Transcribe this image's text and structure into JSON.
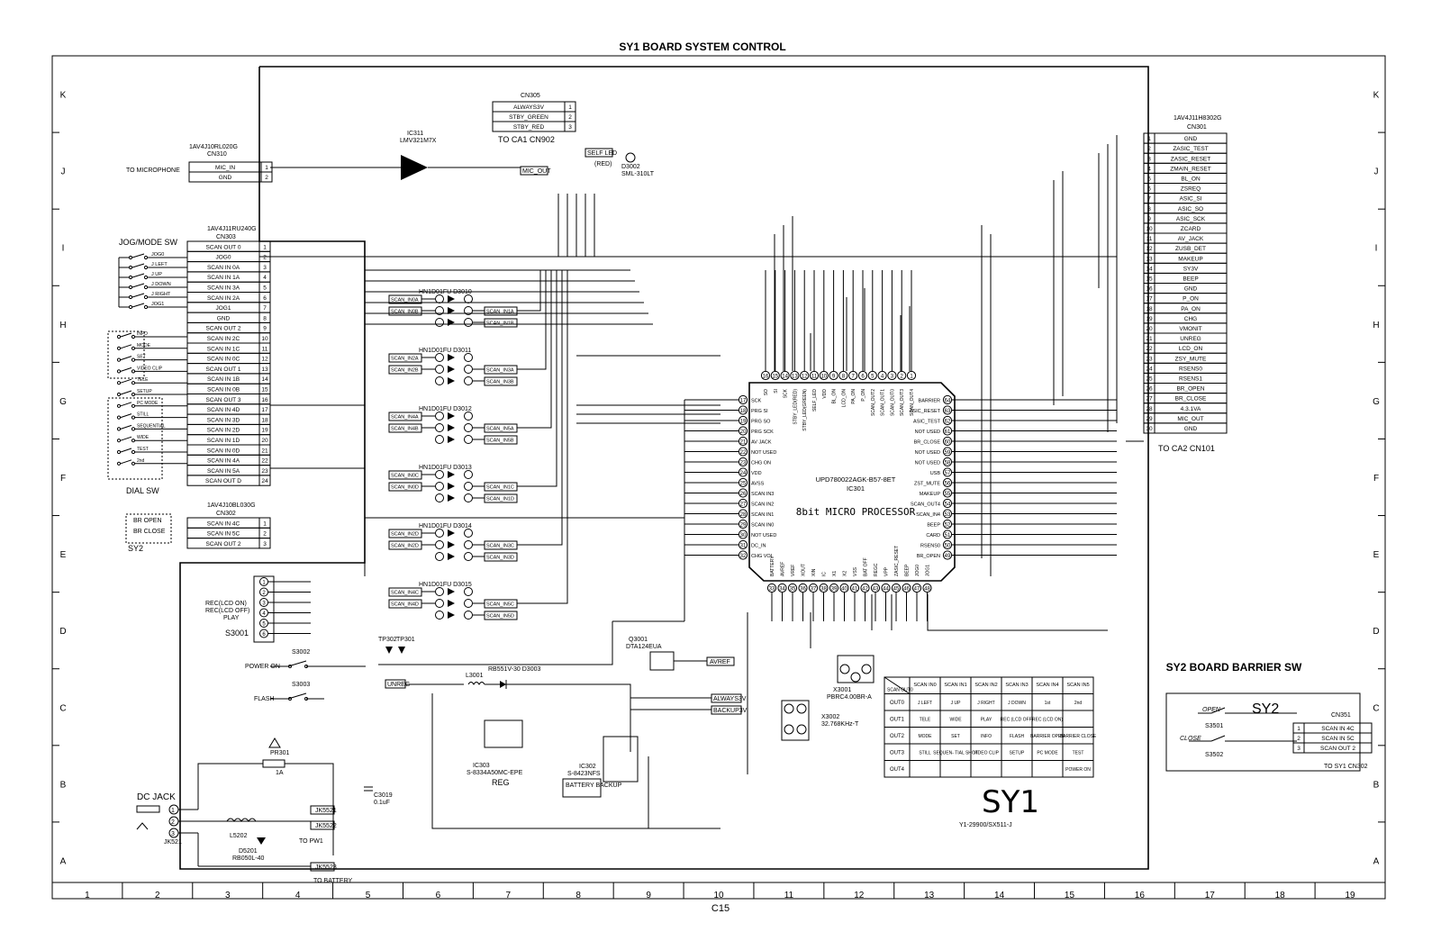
{
  "titles": {
    "sheet": "SY1 BOARD  SYSTEM CONTROL",
    "sy2": "SY2 BOARD  BARRIER SW",
    "page": "C15",
    "board_mark": "SY1",
    "board_sub": "Y1-29900/SX511-J"
  },
  "grid": {
    "cols": [
      "1",
      "2",
      "3",
      "4",
      "5",
      "6",
      "7",
      "8",
      "9",
      "10",
      "11",
      "12",
      "13",
      "14",
      "15",
      "16",
      "17",
      "18",
      "19"
    ],
    "rows": [
      "K",
      "J",
      "I",
      "H",
      "G",
      "F",
      "E",
      "D",
      "C",
      "B",
      "A"
    ]
  },
  "ic301": {
    "ref": "IC301",
    "part": "UPD780022AGK-B57-8ET",
    "desc": "8bit MICRO PROCESSOR",
    "top_pins": [
      "16",
      "15",
      "14",
      "13",
      "12",
      "11",
      "10",
      "9",
      "8",
      "7",
      "6",
      "5",
      "4",
      "3",
      "2",
      "1"
    ],
    "top_labels": [
      "SO",
      "SI",
      "SCK",
      "STBY_LED(RED)",
      "STBY_LED(GREEN)",
      "SELF_LED",
      "VDD",
      "BL_ON",
      "LCD_ON",
      "PA_ON",
      "P_ON",
      "SCAN_OUT2",
      "SCAN_OUT1",
      "SCAN_OUT0",
      "SCAN_OUT3",
      "SCAN_OUT4"
    ],
    "left_pins": [
      "17",
      "18",
      "19",
      "20",
      "21",
      "22",
      "23",
      "24",
      "25",
      "26",
      "27",
      "28",
      "29",
      "30",
      "31",
      "32"
    ],
    "left_labels": [
      "SCK",
      "PRG SI",
      "PRG SO",
      "PRG SCK",
      "AV JACK",
      "NOT USED",
      "CHG ON",
      "VDD",
      "AVSS",
      "SCAN IN3",
      "SCAN IN2",
      "SCAN IN1",
      "SCAN IN0",
      "NOT USED",
      "DC_IN",
      "CHG VOL"
    ],
    "bottom_pins": [
      "33",
      "34",
      "35",
      "36",
      "37",
      "38",
      "39",
      "40",
      "41",
      "42",
      "43",
      "44",
      "45",
      "46",
      "47",
      "48"
    ],
    "bottom_labels": [
      "BATTERY",
      "AVREF",
      "VREF",
      "XOUT",
      "XIN",
      "IC",
      "X1",
      "X2",
      "VSS",
      "BAT OFF",
      "REGC",
      "VPP",
      "ZASIC_RESET",
      "BEEP",
      "JOG0",
      "JOG1"
    ],
    "right_pins": [
      "64",
      "63",
      "62",
      "61",
      "60",
      "59",
      "58",
      "57",
      "56",
      "55",
      "54",
      "53",
      "52",
      "51",
      "50",
      "49"
    ],
    "right_labels": [
      "BARRIER",
      "ASIC_RESET",
      "ASIC_TEST",
      "NOT USED",
      "BR_CLOSE",
      "NOT USED",
      "NOT USED",
      "USB",
      "ZST_MUTE",
      "MAKEUP",
      "SCAN_OUT4",
      "SCAN_IN4",
      "BEEP",
      "CARD",
      "RSENS0",
      "BR_OPEN"
    ]
  },
  "cn310": {
    "ref": "CN310",
    "part": "1AV4J10RL020G",
    "label": "TO MICROPHONE",
    "pins": [
      {
        "n": "1",
        "name": "MIC_IN"
      },
      {
        "n": "2",
        "name": "GND"
      }
    ]
  },
  "cn303": {
    "ref": "CN303",
    "part": "1AV4J11RU240G",
    "pins": [
      {
        "n": "1",
        "name": "SCAN OUT 0"
      },
      {
        "n": "2",
        "name": "JOG0"
      },
      {
        "n": "3",
        "name": "SCAN IN 0A"
      },
      {
        "n": "4",
        "name": "SCAN IN 1A"
      },
      {
        "n": "5",
        "name": "SCAN IN 3A"
      },
      {
        "n": "6",
        "name": "SCAN IN 2A"
      },
      {
        "n": "7",
        "name": "JOG1"
      },
      {
        "n": "8",
        "name": "GND"
      },
      {
        "n": "9",
        "name": "SCAN OUT 2"
      },
      {
        "n": "10",
        "name": "SCAN IN 2C"
      },
      {
        "n": "11",
        "name": "SCAN IN 1C"
      },
      {
        "n": "12",
        "name": "SCAN IN 0C"
      },
      {
        "n": "13",
        "name": "SCAN OUT 1"
      },
      {
        "n": "14",
        "name": "SCAN IN 1B"
      },
      {
        "n": "15",
        "name": "SCAN IN 0B"
      },
      {
        "n": "16",
        "name": "SCAN OUT 3"
      },
      {
        "n": "17",
        "name": "SCAN IN 4D"
      },
      {
        "n": "18",
        "name": "SCAN IN 3D"
      },
      {
        "n": "19",
        "name": "SCAN IN 2D"
      },
      {
        "n": "20",
        "name": "SCAN IN 1D"
      },
      {
        "n": "21",
        "name": "SCAN IN 0D"
      },
      {
        "n": "22",
        "name": "SCAN IN 4A"
      },
      {
        "n": "23",
        "name": "SCAN IN 5A"
      },
      {
        "n": "24",
        "name": "SCAN OUT D"
      }
    ]
  },
  "cn302": {
    "ref": "CN302",
    "part": "1AV4J10BL030G",
    "pins": [
      {
        "n": "1",
        "name": "SCAN IN 4C"
      },
      {
        "n": "2",
        "name": "SCAN IN 5C"
      },
      {
        "n": "3",
        "name": "SCAN OUT 2"
      }
    ]
  },
  "cn305": {
    "ref": "CN305",
    "label": "TO CA1 CN902",
    "pins": [
      {
        "n": "1",
        "name": "ALWAYS3V"
      },
      {
        "n": "2",
        "name": "STBY_GREEN"
      },
      {
        "n": "3",
        "name": "STBY_RED"
      }
    ]
  },
  "cn301": {
    "ref": "CN301",
    "part": "1AV4J11H8302G",
    "label": "TO CA2 CN101",
    "pins": [
      {
        "n": "1",
        "name": "GND"
      },
      {
        "n": "2",
        "name": "ZASIC_TEST"
      },
      {
        "n": "3",
        "name": "ZASIC_RESET"
      },
      {
        "n": "4",
        "name": "ZMAIN_RESET"
      },
      {
        "n": "5",
        "name": "BL_ON"
      },
      {
        "n": "6",
        "name": "ZSREQ"
      },
      {
        "n": "7",
        "name": "ASIC_SI"
      },
      {
        "n": "8",
        "name": "ASIC_SO"
      },
      {
        "n": "9",
        "name": "ASIC_SCK"
      },
      {
        "n": "10",
        "name": "ZCARD"
      },
      {
        "n": "11",
        "name": "AV_JACK"
      },
      {
        "n": "12",
        "name": "ZUSB_DET"
      },
      {
        "n": "13",
        "name": "MAKEUP"
      },
      {
        "n": "14",
        "name": "SY3V"
      },
      {
        "n": "15",
        "name": "BEEP"
      },
      {
        "n": "16",
        "name": "GND"
      },
      {
        "n": "17",
        "name": "P_ON"
      },
      {
        "n": "18",
        "name": "PA_ON"
      },
      {
        "n": "19",
        "name": "CHG"
      },
      {
        "n": "20",
        "name": "VMONIT"
      },
      {
        "n": "21",
        "name": "UNREG"
      },
      {
        "n": "22",
        "name": "LCD_ON"
      },
      {
        "n": "23",
        "name": "ZSY_MUTE"
      },
      {
        "n": "24",
        "name": "RSENS0"
      },
      {
        "n": "25",
        "name": "RSENS1"
      },
      {
        "n": "26",
        "name": "BR_OPEN"
      },
      {
        "n": "27",
        "name": "BR_CLOSE"
      },
      {
        "n": "28",
        "name": "4.3.1VA"
      },
      {
        "n": "29",
        "name": "MIC_OUT"
      },
      {
        "n": "30",
        "name": "GND"
      }
    ]
  },
  "cn351": {
    "ref": "CN351",
    "label": "TO SY1 CN302",
    "pins": [
      {
        "n": "1",
        "name": "SCAN IN 4C"
      },
      {
        "n": "2",
        "name": "SCAN IN 5C"
      },
      {
        "n": "3",
        "name": "SCAN OUT 2"
      }
    ]
  },
  "diodes": [
    {
      "ref": "HN1D01FU D3010",
      "a": "SCAN_IN0A",
      "b": "SCAN_IN0B",
      "c": "SCAN_IN1A",
      "d": "SCAN_IN1B"
    },
    {
      "ref": "HN1D01FU D3011",
      "a": "SCAN_IN2A",
      "b": "SCAN_IN2B",
      "c": "SCAN_IN3A",
      "d": "SCAN_IN3B"
    },
    {
      "ref": "HN1D01FU D3012",
      "a": "SCAN_IN4A",
      "b": "SCAN_IN4B",
      "c": "SCAN_IN5A",
      "d": "SCAN_IN5B"
    },
    {
      "ref": "HN1D01FU D3013",
      "a": "SCAN_IN0C",
      "b": "SCAN_IN0D",
      "c": "SCAN_IN1C",
      "d": "SCAN_IN1D"
    },
    {
      "ref": "HN1D01FU D3014",
      "a": "SCAN_IN2D",
      "b": "SCAN_IN2D",
      "c": "SCAN_IN3C",
      "d": "SCAN_IN3D"
    },
    {
      "ref": "HN1D01FU D3015",
      "a": "SCAN_IN4C",
      "b": "SCAN_IN4D",
      "c": "SCAN_IN5C",
      "d": "SCAN_IN5D"
    }
  ],
  "switches": {
    "jog": {
      "title": "JOG/MODE SW",
      "items": [
        "JOG0",
        "J LEFT",
        "J UP",
        "J DOWN",
        "J RIGHT",
        "JOG1"
      ]
    },
    "dial": {
      "title": "DIAL SW",
      "items": [
        "INFO",
        "MODE",
        "SET",
        "VIDEO CLIP",
        "TELE",
        "SETUP",
        "PC MODE",
        "STILL",
        "SEQUENTIAL",
        "WIDE",
        "TEST",
        "2nd"
      ]
    },
    "sy2": "SY2",
    "sy2_items": [
      "BR OPEN",
      "BR CLOSE"
    ],
    "s3001": {
      "ref": "S3001",
      "items": [
        "REC(LCD ON)",
        "REC(LCD OFF)",
        "PLAY"
      ]
    },
    "s3002": {
      "ref": "S3002",
      "label": "POWER ON"
    },
    "s3003": {
      "ref": "S3003",
      "label": "FLASH"
    },
    "s3501": "S3501",
    "s3502": "S3502",
    "open": "OPEN",
    "close": "CLOSE"
  },
  "power": {
    "dc_jack": "DC JACK",
    "jk521": "JK521",
    "pr301": "PR301",
    "fuse": "1A",
    "l5202": "L5202",
    "d5201": "D5201",
    "d5201_part": "RB050L-40",
    "c3019": "C3019",
    "c3019_val": "0.1uF",
    "to_pw1": "TO PW1",
    "to_battery": "TO BATTERY",
    "ic303": "IC303",
    "ic303_part": "S-8334A50MC-EPE",
    "ic303_label": "REG",
    "ic302": "IC302",
    "ic302_part": "S-8423NFS",
    "battery_backup": "BATTERY BACKUP",
    "d3003": "RB551V-30 D3003",
    "l3001": "L3001",
    "unreg": "UNREG",
    "always3v": "ALWAYS3V",
    "backup3v": "BACKUP3V",
    "q3001": "Q3001",
    "q3001_part": "DTA124EUA",
    "avref": "AVREF",
    "tp302": "TP302",
    "tp301": "TP301",
    "x3001": "X3001",
    "x3001_part": "PBRC4.00BR-A",
    "x3002": "X3002",
    "x3002_part": "32.768KHz-T",
    "ic311": "IC311",
    "ic311_part": "LMV321M7X",
    "d3002": "D3002",
    "d3002_part": "SML-310LT",
    "self_led": "SELF LED",
    "red": "(RED)"
  },
  "scan_table": {
    "head": [
      "SCAN IN0",
      "SCAN IN1",
      "SCAN IN2",
      "SCAN IN3",
      "SCAN IN4",
      "SCAN IN5"
    ],
    "rows": [
      {
        "out": "OUT0",
        "cells": [
          "J LEFT",
          "J UP",
          "J RIGHT",
          "J DOWN",
          "1st",
          "2nd"
        ]
      },
      {
        "out": "OUT1",
        "cells": [
          "TELE",
          "WIDE",
          "PLAY",
          "REC (LCD OFF)",
          "REC (LCD ON)",
          ""
        ]
      },
      {
        "out": "OUT2",
        "cells": [
          "MODE",
          "SET",
          "INFO",
          "FLASH",
          "BARRIER OPEN",
          "BARRIER CLOSE"
        ]
      },
      {
        "out": "OUT3",
        "cells": [
          "STILL",
          "SEQUEN- TIAL SHOT",
          "VIDEO CLIP",
          "SETUP",
          "PC MODE",
          "TEST"
        ]
      },
      {
        "out": "OUT4",
        "cells": [
          "",
          "",
          "",
          "",
          "",
          "POWER ON"
        ]
      }
    ],
    "corner": "SCAN OUT0"
  }
}
